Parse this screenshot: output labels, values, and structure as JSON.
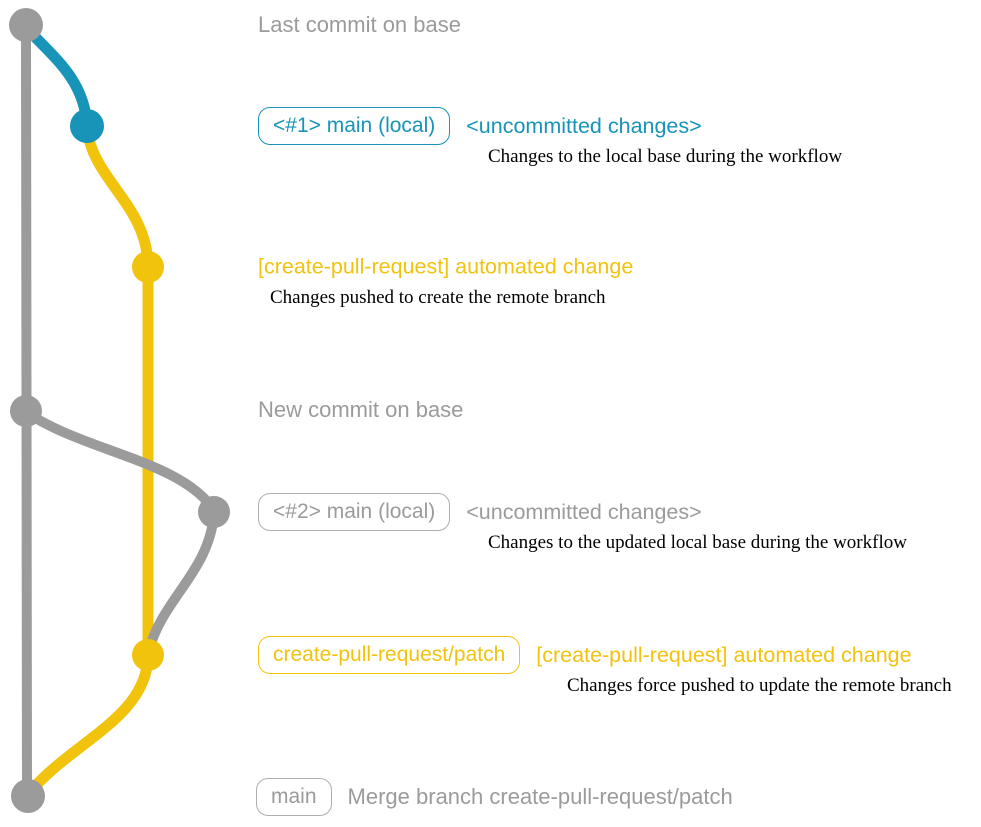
{
  "colors": {
    "base_gray": "#9b9b9b",
    "local_blue": "#1794b8",
    "remote_yellow": "#f1c30d",
    "description_text": "#000000",
    "background": "#ffffff"
  },
  "graph": {
    "type": "git-branch-diagram",
    "branches": [
      {
        "name": "base",
        "color": "#9b9b9b"
      },
      {
        "name": "main (local)",
        "color": "#1794b8"
      },
      {
        "name": "create-pull-request/patch",
        "color": "#f1c30d"
      }
    ],
    "commits": [
      {
        "id": "last-commit-on-base",
        "color": "#9b9b9b"
      },
      {
        "id": "main-local-1",
        "color": "#1794b8"
      },
      {
        "id": "patch-commit-1",
        "color": "#f1c30d"
      },
      {
        "id": "new-commit-on-base",
        "color": "#9b9b9b"
      },
      {
        "id": "main-local-2",
        "color": "#9b9b9b"
      },
      {
        "id": "patch-commit-2",
        "color": "#f1c30d"
      },
      {
        "id": "merge-commit",
        "color": "#9b9b9b"
      }
    ]
  },
  "rows": {
    "last_commit": {
      "label": "Last commit on base"
    },
    "row1": {
      "badge": "<#1> main (local)",
      "heading": "<uncommitted changes>",
      "desc": "Changes to the local base during the workflow"
    },
    "row2": {
      "heading": "[create-pull-request] automated change",
      "desc": "Changes pushed to create the remote branch"
    },
    "new_commit": {
      "label": "New commit on base"
    },
    "row4": {
      "badge": "<#2> main (local)",
      "heading": "<uncommitted changes>",
      "desc": "Changes to the updated local base during the workflow"
    },
    "row5": {
      "badge": "create-pull-request/patch",
      "heading": "[create-pull-request] automated change",
      "desc": "Changes force pushed to update the remote branch"
    },
    "merge": {
      "badge": "main",
      "label": "Merge branch create-pull-request/patch"
    }
  }
}
